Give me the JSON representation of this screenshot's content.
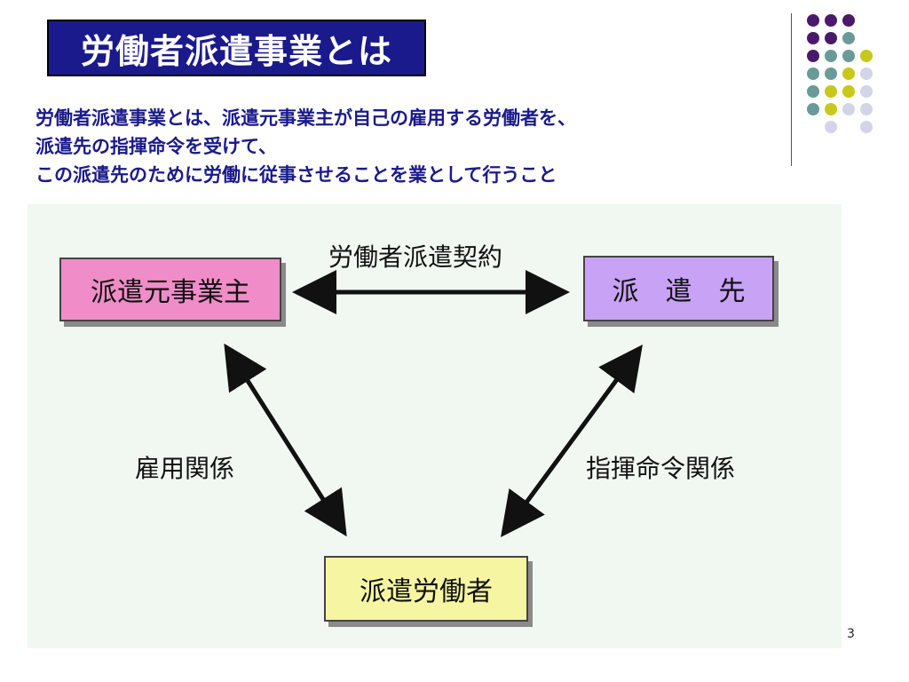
{
  "slide": {
    "title": "労働者派遣事業とは",
    "lead_lines": [
      "労働者派遣事業とは、派遣元事業主が自己の雇用する労働者を、",
      "派遣先の指揮命令を受けて、",
      "この派遣先のために労働に従事させることを業として行うこと"
    ],
    "page_number": "3"
  },
  "diagram": {
    "nodes": {
      "dispatch_origin": "派遣元事業主",
      "dispatch_destination": "派　遣　先",
      "dispatched_worker": "派遣労働者"
    },
    "edges": {
      "dispatch_contract": "労働者派遣契約",
      "employment_relationship": "雇用関係",
      "command_relationship": "指揮命令関係"
    }
  },
  "colors": {
    "title_bg": "#1a1a8c",
    "lead_text": "#1a1a8c",
    "origin_fill": "#f08cc8",
    "destination_fill": "#c7a2f5",
    "worker_fill": "#f6f6a2",
    "diagram_bg": "#f1f8f1",
    "dot_purple": "#4a1a6a",
    "dot_teal": "#6a9a98",
    "dot_yellow": "#c8c81a",
    "dot_lavender": "#d4d4e8"
  },
  "decoration": {
    "dot_grid": [
      [
        "purple",
        "purple",
        "purple",
        ""
      ],
      [
        "purple",
        "purple",
        "teal",
        ""
      ],
      [
        "purple",
        "teal",
        "teal",
        "yellow"
      ],
      [
        "teal",
        "teal",
        "yellow",
        "lavender"
      ],
      [
        "teal",
        "yellow",
        "yellow",
        "lavender"
      ],
      [
        "teal",
        "yellow",
        "lavender",
        "lavender"
      ],
      [
        "",
        "lavender",
        "",
        "lavender"
      ]
    ]
  }
}
